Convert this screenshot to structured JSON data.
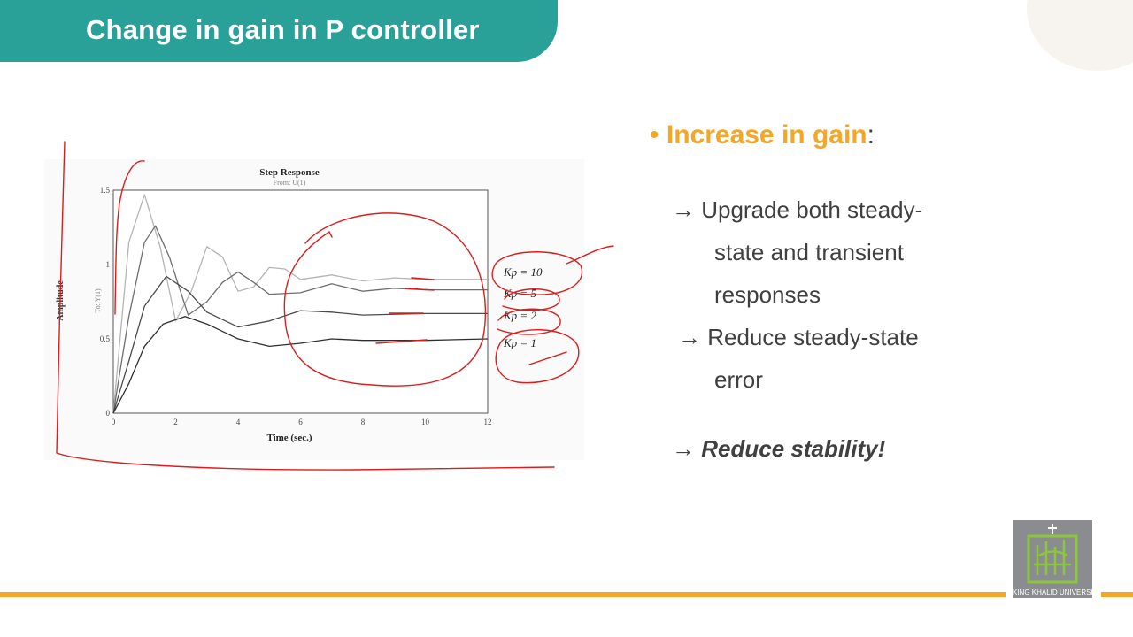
{
  "slide": {
    "title": "Change in gain in P controller"
  },
  "bullets": {
    "dot": "•",
    "heading_highlight": "Increase in gain",
    "heading_suffix": ":",
    "line1_arrow": "→",
    "line1": "Upgrade both steady-",
    "line2": "state and transient",
    "line3": "responses",
    "line4_arrow": "→",
    "line4": "Reduce steady-state",
    "line5": "error",
    "line6_arrow": "→",
    "line6": "Reduce stability!"
  },
  "logo": {
    "text": "KING KHALID UNIVERSITY"
  },
  "colors": {
    "title_bar": "#2aa198",
    "accent": "#f5a623",
    "annotation": "#d81e1e"
  },
  "chart_data": {
    "type": "line",
    "title": "Step Response",
    "subtitle": "From: U(1)",
    "xlabel": "Time (sec.)",
    "ylabel": "Amplitude",
    "ylabel2": "To: Y(1)",
    "xlim": [
      0,
      12
    ],
    "ylim": [
      0,
      1.5
    ],
    "xticks": [
      "0",
      "2",
      "4",
      "6",
      "8",
      "10",
      "12"
    ],
    "yticks": [
      "0",
      "0.5",
      "1",
      "1.5"
    ],
    "legend": [
      "Kp = 10",
      "Kp = 5",
      "Kp = 2",
      "Kp = 1"
    ],
    "series": [
      {
        "name": "Kp = 10",
        "color": "#b4b4b4",
        "points": [
          [
            0,
            0
          ],
          [
            0.5,
            1.15
          ],
          [
            1,
            1.47
          ],
          [
            1.5,
            1.12
          ],
          [
            2,
            0.62
          ],
          [
            2.5,
            0.82
          ],
          [
            3,
            1.12
          ],
          [
            3.5,
            1.05
          ],
          [
            4,
            0.82
          ],
          [
            4.5,
            0.85
          ],
          [
            5,
            0.98
          ],
          [
            5.5,
            0.97
          ],
          [
            6,
            0.9
          ],
          [
            7,
            0.93
          ],
          [
            8,
            0.89
          ],
          [
            9,
            0.91
          ],
          [
            10,
            0.9
          ],
          [
            12,
            0.9
          ]
        ]
      },
      {
        "name": "Kp = 5",
        "color": "#6e6e6e",
        "points": [
          [
            0,
            0
          ],
          [
            0.5,
            0.65
          ],
          [
            1,
            1.15
          ],
          [
            1.35,
            1.26
          ],
          [
            1.8,
            1.05
          ],
          [
            2.4,
            0.66
          ],
          [
            3,
            0.75
          ],
          [
            3.5,
            0.88
          ],
          [
            4,
            0.95
          ],
          [
            4.5,
            0.88
          ],
          [
            5,
            0.8
          ],
          [
            6,
            0.81
          ],
          [
            7,
            0.87
          ],
          [
            8,
            0.82
          ],
          [
            9,
            0.84
          ],
          [
            10,
            0.83
          ],
          [
            12,
            0.83
          ]
        ]
      },
      {
        "name": "Kp = 2",
        "color": "#4a4a4a",
        "points": [
          [
            0,
            0
          ],
          [
            0.5,
            0.35
          ],
          [
            1,
            0.72
          ],
          [
            1.7,
            0.92
          ],
          [
            2.4,
            0.82
          ],
          [
            3,
            0.68
          ],
          [
            4,
            0.58
          ],
          [
            5,
            0.62
          ],
          [
            6,
            0.69
          ],
          [
            7,
            0.68
          ],
          [
            8,
            0.66
          ],
          [
            10,
            0.67
          ],
          [
            12,
            0.67
          ]
        ]
      },
      {
        "name": "Kp = 1",
        "color": "#2e2e2e",
        "points": [
          [
            0,
            0
          ],
          [
            0.5,
            0.2
          ],
          [
            1,
            0.45
          ],
          [
            1.6,
            0.6
          ],
          [
            2.3,
            0.65
          ],
          [
            3,
            0.6
          ],
          [
            4,
            0.5
          ],
          [
            5,
            0.45
          ],
          [
            6,
            0.47
          ],
          [
            7,
            0.5
          ],
          [
            8,
            0.49
          ],
          [
            10,
            0.49
          ],
          [
            12,
            0.5
          ]
        ]
      }
    ]
  }
}
